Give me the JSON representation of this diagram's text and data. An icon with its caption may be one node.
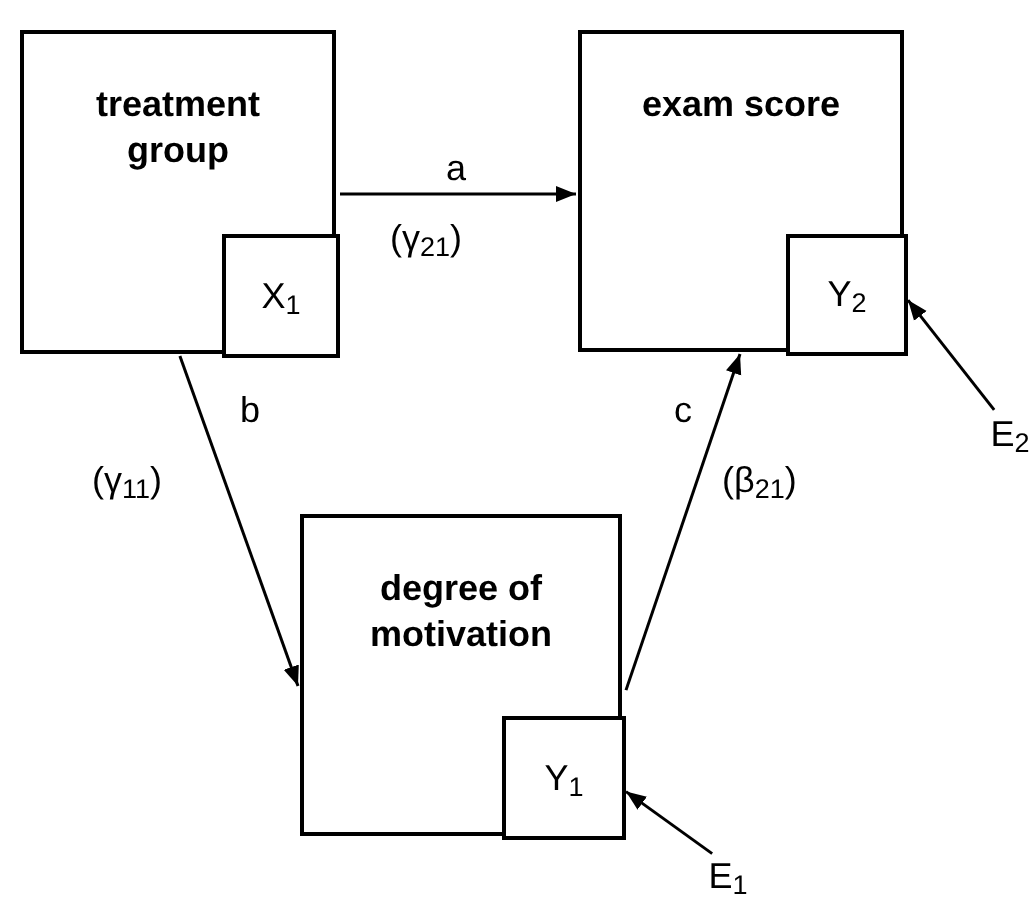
{
  "diagram": {
    "nodes": [
      {
        "text": [
          "treatment group"
        ]
      },
      {
        "text": [
          "X$_{1}$"
        ],
        "in": 0
      },
      {
        "text": [
          "exam score"
        ]
      },
      {
        "text": [
          "Y$_{2}$"
        ],
        "in": 2
      },
      {
        "text": [
          "degree of motivation"
        ]
      },
      {
        "text": [
          "Y$_{1}$"
        ],
        "in": 4
      },
      {
        "text": [
          "E$_{2}$"
        ]
      },
      {
        "text": [
          "E$_{1}$"
        ]
      }
    ],
    "edges": [
      {
        "from": 0,
        "to": 2,
        "arrow": "to",
        "label": "a"
      },
      {
        "from": 0,
        "to": 4,
        "arrow": "to",
        "label": "b"
      },
      {
        "from": 4,
        "to": 2,
        "arrow": "to",
        "label": "c"
      },
      {
        "from": 6,
        "to": 3,
        "arrow": "to"
      },
      {
        "from": 7,
        "to": 5,
        "arrow": "to"
      }
    ],
    "labels": [
      "(γ$_{21}$)",
      "(γ$_{11}$)",
      "(β$_{21}$)"
    ]
  }
}
